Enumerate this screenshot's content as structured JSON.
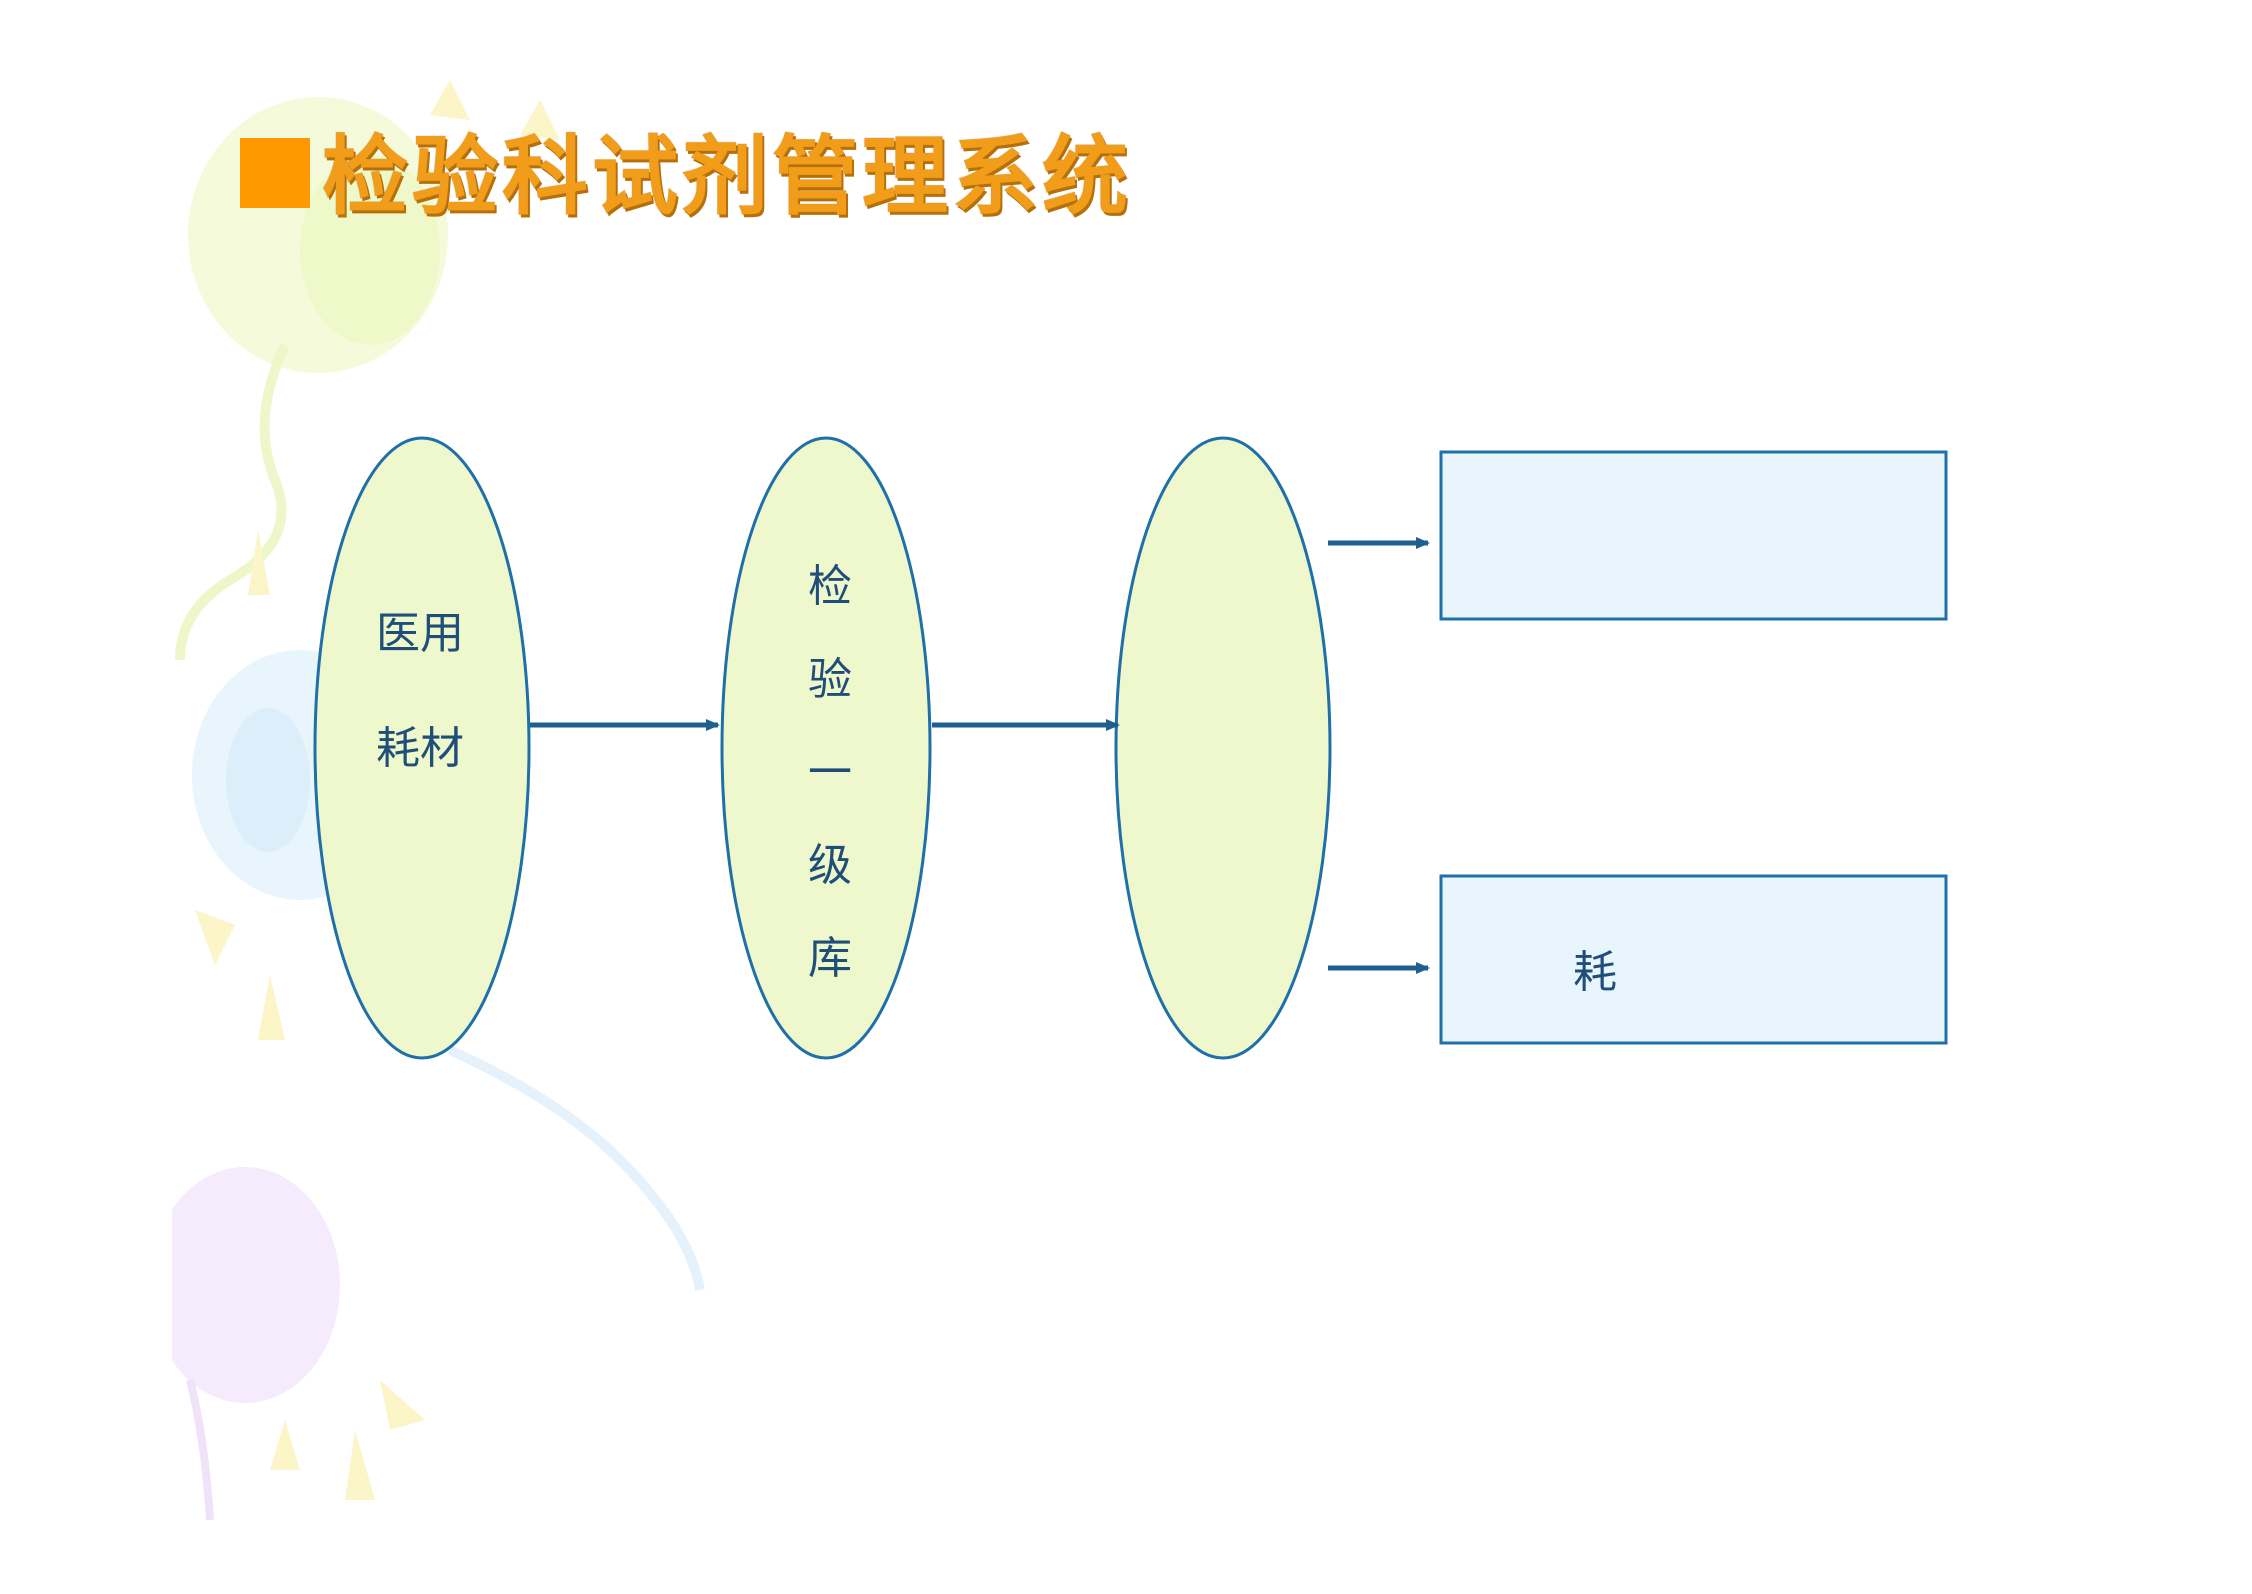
{
  "slide": {
    "title": "检验科试剂管理系统"
  },
  "diagram": {
    "nodes": {
      "medical_supplies": {
        "line1": "医用",
        "line2": "耗材"
      },
      "lab_primary_store": {
        "chars": [
          "检",
          "验",
          "一",
          "级",
          "库"
        ]
      },
      "third_stage": {
        "text": ""
      },
      "output_top": {
        "text": ""
      },
      "output_bottom": {
        "text": "耗"
      }
    }
  },
  "colors": {
    "title_orange": "#f29d1a",
    "bullet_orange": "#ff9900",
    "ellipse_fill": "#eef8cc",
    "ellipse_stroke": "#1f6fa8",
    "box_fill": "#e9f5fd",
    "box_stroke": "#1f6fa8",
    "arrow": "#1f5f8f",
    "label_text": "#1f4e79"
  }
}
